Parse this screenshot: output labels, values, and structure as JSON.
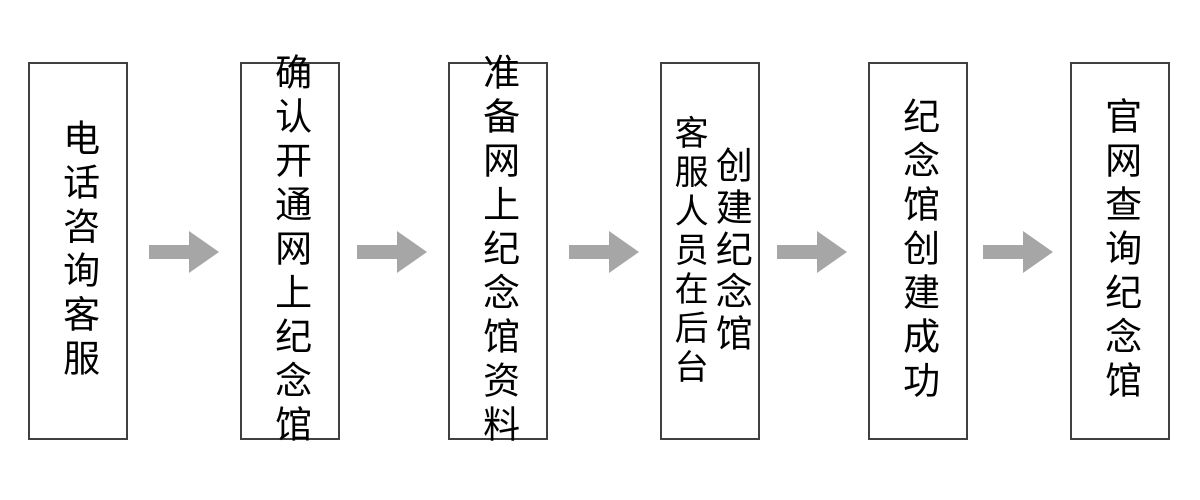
{
  "diagram": {
    "type": "horizontal-process-flow",
    "background_color": "#ffffff",
    "node_border_color": "#404040",
    "node_fill_color": "#ffffff",
    "text_color": "#000000",
    "arrow_color": "#a6a6a6",
    "text_direction": "vertical-rl",
    "nodes": [
      {
        "id": "step-1",
        "label": "电话咨询客服"
      },
      {
        "id": "step-2",
        "label": "确认开通网上纪念馆"
      },
      {
        "id": "step-3",
        "label": "准备网上纪念馆资料"
      },
      {
        "id": "step-4",
        "label": "创建纪念馆",
        "secondary_label": "客服人员在后台"
      },
      {
        "id": "step-5",
        "label": "纪念馆创建成功"
      },
      {
        "id": "step-6",
        "label": "官网查询纪念馆"
      }
    ],
    "arrows": [
      {
        "id": "arrow-1",
        "from": "step-1",
        "to": "step-2",
        "glyph": "arrow-right-icon"
      },
      {
        "id": "arrow-2",
        "from": "step-2",
        "to": "step-3",
        "glyph": "arrow-right-icon"
      },
      {
        "id": "arrow-3",
        "from": "step-3",
        "to": "step-4",
        "glyph": "arrow-right-icon"
      },
      {
        "id": "arrow-4",
        "from": "step-4",
        "to": "step-5",
        "glyph": "arrow-right-icon"
      },
      {
        "id": "arrow-5",
        "from": "step-5",
        "to": "step-6",
        "glyph": "arrow-right-icon"
      }
    ]
  }
}
